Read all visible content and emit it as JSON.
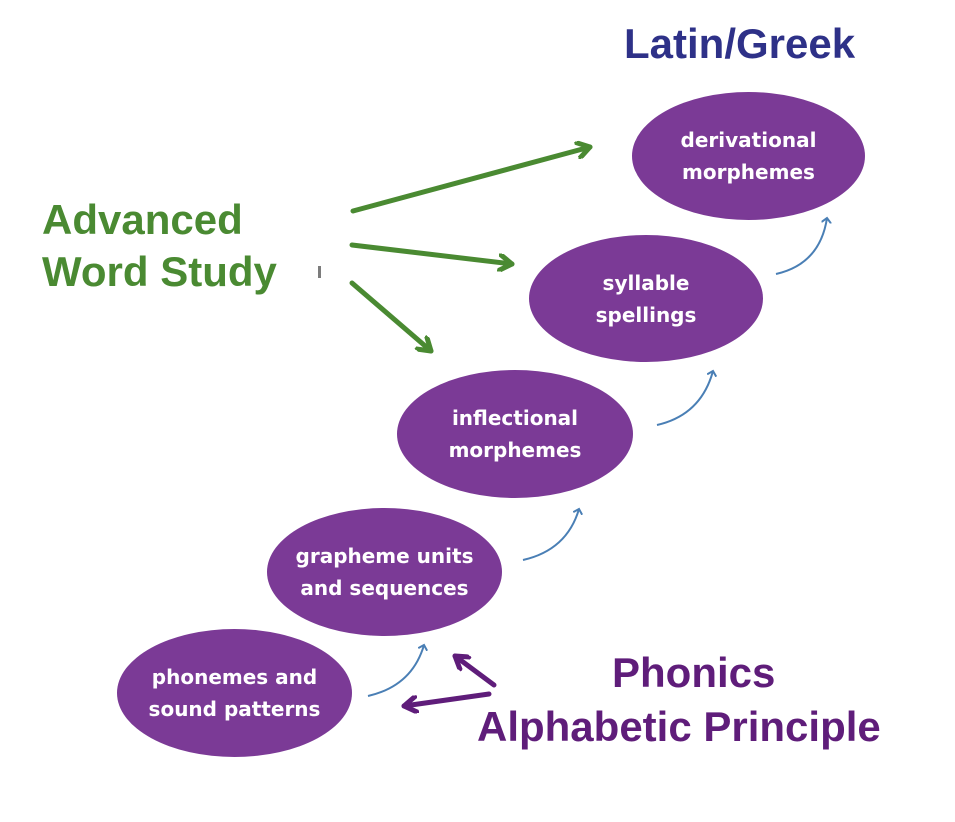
{
  "title": "Latin/Greek",
  "left_label": {
    "line1": "Advanced",
    "line2": "Word Study"
  },
  "bottom_label": {
    "line1": "Phonics",
    "line2": "Alphabetic Principle"
  },
  "stages": [
    {
      "line1": "phonemes and",
      "line2": "sound patterns"
    },
    {
      "line1": "grapheme units",
      "line2": "and sequences"
    },
    {
      "line1": "inflectional",
      "line2": "morphemes"
    },
    {
      "line1": "syllable",
      "line2": "spellings"
    },
    {
      "line1": "derivational",
      "line2": "morphemes"
    }
  ],
  "colors": {
    "stage_fill": "#7b3a96",
    "title": "#2e3188",
    "advanced": "#4a8a32",
    "phonics": "#5f1d7a",
    "step_arrow": "#4a7fb5"
  }
}
